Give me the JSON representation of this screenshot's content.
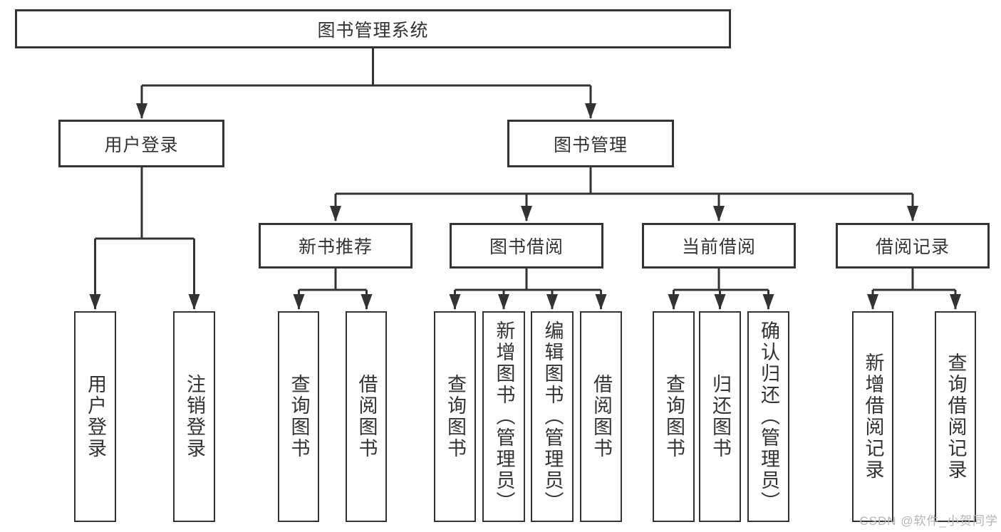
{
  "diagram": {
    "type": "tree",
    "root": {
      "label": "图书管理系统"
    },
    "level2": [
      {
        "label": "用户登录",
        "parent": "图书管理系统"
      },
      {
        "label": "图书管理",
        "parent": "图书管理系统"
      }
    ],
    "level3": [
      {
        "label": "新书推荐",
        "parent": "图书管理"
      },
      {
        "label": "图书借阅",
        "parent": "图书管理"
      },
      {
        "label": "当前借阅",
        "parent": "图书管理"
      },
      {
        "label": "借阅记录",
        "parent": "图书管理"
      }
    ],
    "leaves": [
      {
        "label": "用户登录",
        "parent": "用户登录"
      },
      {
        "label": "注销登录",
        "parent": "用户登录"
      },
      {
        "label": "查询图书",
        "parent": "新书推荐"
      },
      {
        "label": "借阅图书",
        "parent": "新书推荐"
      },
      {
        "label": "查询图书",
        "parent": "图书借阅"
      },
      {
        "label": "新增图书（管理员）",
        "parent": "图书借阅"
      },
      {
        "label": "编辑图书（管理员）",
        "parent": "图书借阅"
      },
      {
        "label": "借阅图书",
        "parent": "图书借阅"
      },
      {
        "label": "查询图书",
        "parent": "当前借阅"
      },
      {
        "label": "归还图书",
        "parent": "当前借阅"
      },
      {
        "label": "确认归还（管理员）",
        "parent": "当前借阅"
      },
      {
        "label": "新增借阅记录",
        "parent": "借阅记录"
      },
      {
        "label": "查询借阅记录",
        "parent": "借阅记录"
      }
    ]
  },
  "watermark": {
    "text": "CSDN @软件_小贺同学",
    "color": "#b5b5b5"
  },
  "colors": {
    "line": "#333333",
    "text": "#333333",
    "box_background": "#ffffff",
    "page_background": "#ffffff"
  }
}
